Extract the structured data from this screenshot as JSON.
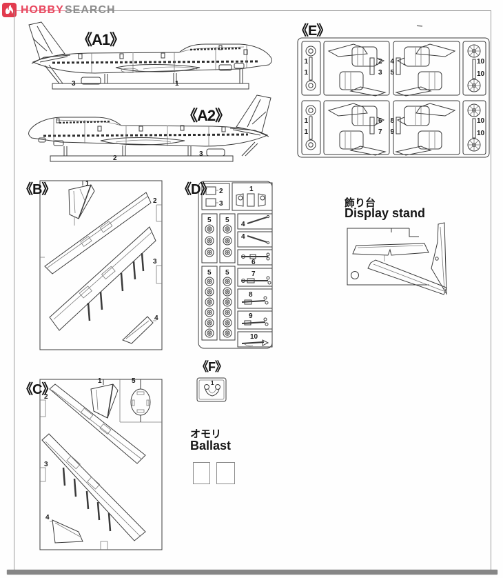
{
  "header": {
    "brand_red": "HOBBY",
    "brand_gray": "SEARCH"
  },
  "sections": {
    "a1": {
      "label": "《A1》",
      "parts": [
        "3",
        "1"
      ]
    },
    "a2": {
      "label": "《A2》",
      "parts": [
        "2",
        "3"
      ]
    },
    "e": {
      "label": "《E》",
      "row1": [
        "1",
        "1",
        "2",
        "3",
        "4",
        "5",
        "10",
        "10"
      ],
      "row2": [
        "1",
        "1",
        "6",
        "7",
        "8",
        "9",
        "10",
        "10"
      ]
    },
    "b": {
      "label": "《B》",
      "parts": [
        "1",
        "2",
        "3",
        "4"
      ]
    },
    "d": {
      "label": "《D》",
      "parts": [
        "2",
        "3",
        "1",
        "5",
        "5",
        "4",
        "4",
        "6",
        "5",
        "5",
        "7",
        "8",
        "9",
        "10"
      ]
    },
    "c": {
      "label": "《C》",
      "parts": [
        "2",
        "1",
        "5",
        "3",
        "4"
      ]
    },
    "f": {
      "label": "《F》",
      "parts": [
        "1"
      ]
    },
    "display_stand": {
      "label_jp": "飾り台",
      "label_en": "Display stand"
    },
    "ballast": {
      "label_jp": "オモリ",
      "label_en": "Ballast"
    }
  }
}
